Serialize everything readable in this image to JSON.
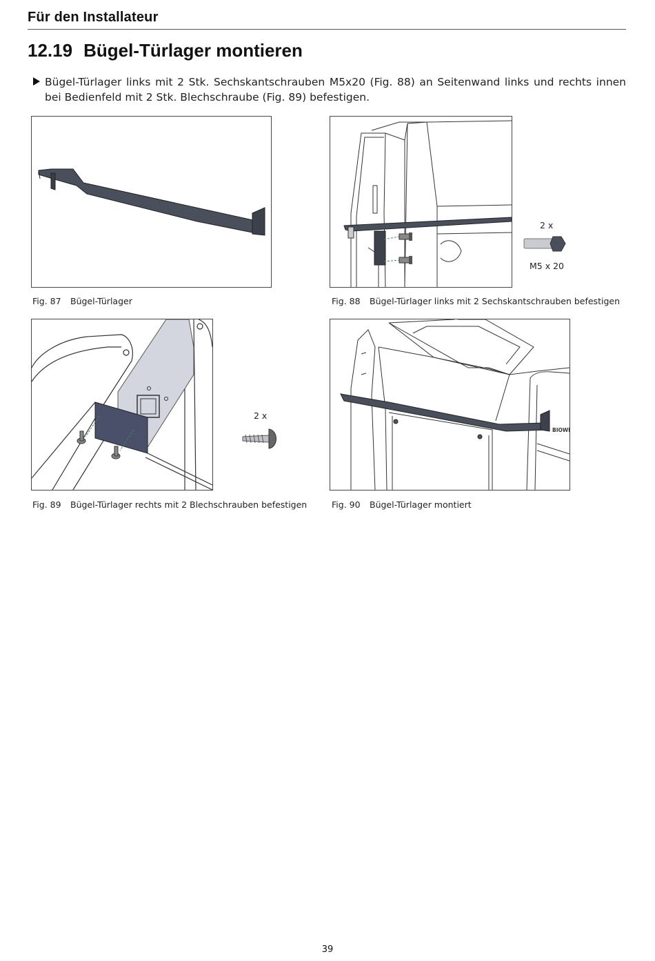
{
  "header": {
    "title": "Für den Installateur"
  },
  "section": {
    "number": "12.19",
    "title": "Bügel-Türlager montieren"
  },
  "instruction": "Bügel-Türlager links mit 2 Stk. Sechskantschrauben M5x20 (Fig. 88) an Seitenwand links und rechts innen bei Bedienfeld mit 2 Stk. Blechschraube (Fig. 89) befestigen.",
  "figures": [
    {
      "number": "Fig. 87",
      "caption": "Bügel-Türlager"
    },
    {
      "number": "Fig. 88",
      "caption": "Bügel-Türlager links mit 2 Sechskantschrauben befestigen"
    },
    {
      "number": "Fig. 89",
      "caption": "Bügel-Türlager rechts mit 2 Blechschrauben befestigen"
    },
    {
      "number": "Fig. 90",
      "caption": "Bügel-Türlager montiert"
    }
  ],
  "annotations": {
    "fig88_qty": "2 x",
    "fig88_size": "M5 x 20",
    "fig89_qty": "2 x",
    "fig90_brand": "BIOWIN"
  },
  "colors": {
    "part": "#4a4f5c",
    "rule": "#555555"
  },
  "page_number": "39"
}
